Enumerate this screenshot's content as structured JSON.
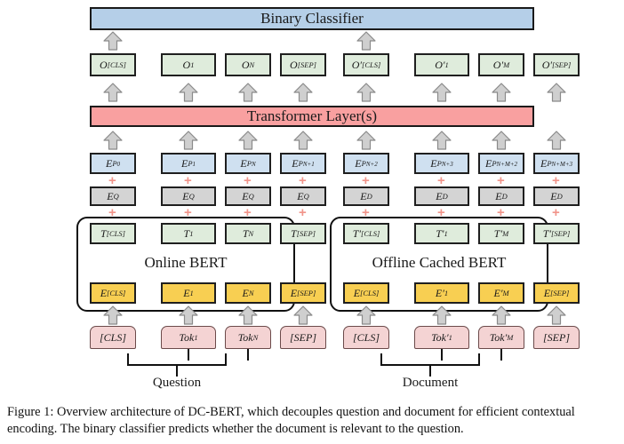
{
  "figure": {
    "caption": "Figure 1: Overview architecture of DC-BERT, which decouples question and document for efficient contextual encoding. The binary classifier predicts whether the document is relevant to the question."
  },
  "colors": {
    "classifier_fill": "#b5cfe8",
    "transformer_fill": "#f9a0a0",
    "output_fill": "#dfecdc",
    "position_fill": "#cfe0f0",
    "segment_fill": "#d4d4d4",
    "token_embedding_fill": "#f8cf52",
    "input_token_fill": "#f4d3d3",
    "arrow_fill": "#cfcfcf",
    "arrow_stroke": "#8a8a8a",
    "plus_color": "#f08080",
    "border": "#1a1a1a"
  },
  "layers": {
    "classifier": {
      "label": "Binary Classifier"
    },
    "transformer": {
      "label": "Transformer Layer(s)"
    },
    "bert_left": {
      "label": "Online BERT"
    },
    "bert_right": {
      "label": "Offline Cached BERT"
    }
  },
  "sources": {
    "left": {
      "label": "Question"
    },
    "right": {
      "label": "Document"
    }
  },
  "ellipsis": "···",
  "columns": {
    "left": [
      {
        "output": "O",
        "output_sub": "[CLS]",
        "output_prime": false,
        "position": "E",
        "position_sub": "P",
        "position_sub2": "0",
        "segment": "E",
        "segment_sub": "Q",
        "hidden": "T",
        "hidden_sub": "[CLS]",
        "hidden_prime": false,
        "embedding": "E",
        "embedding_sub": "[CLS]",
        "embedding_prime": false,
        "token": "[CLS]",
        "token_sub": "",
        "token_prime": false
      },
      {
        "output": "O",
        "output_sub": "1",
        "output_prime": false,
        "position": "E",
        "position_sub": "P",
        "position_sub2": "1",
        "segment": "E",
        "segment_sub": "Q",
        "hidden": "T",
        "hidden_sub": "1",
        "hidden_prime": false,
        "embedding": "E",
        "embedding_sub": "1",
        "embedding_prime": false,
        "token": "Tok",
        "token_sub": "1",
        "token_prime": false
      },
      {
        "output": "O",
        "output_sub": "N",
        "output_prime": false,
        "position": "E",
        "position_sub": "P",
        "position_sub2": "N",
        "segment": "E",
        "segment_sub": "Q",
        "hidden": "T",
        "hidden_sub": "N",
        "hidden_prime": false,
        "embedding": "E",
        "embedding_sub": "N",
        "embedding_prime": false,
        "token": "Tok",
        "token_sub": "N",
        "token_prime": false
      },
      {
        "output": "O",
        "output_sub": "[SEP]",
        "output_prime": false,
        "position": "E",
        "position_sub": "P",
        "position_sub2": "N+1",
        "segment": "E",
        "segment_sub": "Q",
        "hidden": "T",
        "hidden_sub": "[SEP]",
        "hidden_prime": false,
        "embedding": "E",
        "embedding_sub": "[SEP]",
        "embedding_prime": false,
        "token": "[SEP]",
        "token_sub": "",
        "token_prime": false
      }
    ],
    "right": [
      {
        "output": "O",
        "output_sub": "[CLS]",
        "output_prime": true,
        "position": "E",
        "position_sub": "P",
        "position_sub2": "N+2",
        "segment": "E",
        "segment_sub": "D",
        "hidden": "T",
        "hidden_sub": "[CLS]",
        "hidden_prime": true,
        "embedding": "E",
        "embedding_sub": "[CLS]",
        "embedding_prime": false,
        "token": "[CLS]",
        "token_sub": "",
        "token_prime": false
      },
      {
        "output": "O",
        "output_sub": "1",
        "output_prime": true,
        "position": "E",
        "position_sub": "P",
        "position_sub2": "N+3",
        "segment": "E",
        "segment_sub": "D",
        "hidden": "T",
        "hidden_sub": "1",
        "hidden_prime": true,
        "embedding": "E",
        "embedding_sub": "1",
        "embedding_prime": true,
        "token": "Tok",
        "token_sub": "1",
        "token_prime": true
      },
      {
        "output": "O",
        "output_sub": "M",
        "output_prime": true,
        "position": "E",
        "position_sub": "P",
        "position_sub2": "N+M+2",
        "segment": "E",
        "segment_sub": "D",
        "hidden": "T",
        "hidden_sub": "M",
        "hidden_prime": true,
        "embedding": "E",
        "embedding_sub": "M",
        "embedding_prime": true,
        "token": "Tok",
        "token_sub": "M",
        "token_prime": true
      },
      {
        "output": "O",
        "output_sub": "[SEP]",
        "output_prime": true,
        "position": "E",
        "position_sub": "P",
        "position_sub2": "N+M+3",
        "segment": "E",
        "segment_sub": "D",
        "hidden": "T",
        "hidden_sub": "[SEP]",
        "hidden_prime": true,
        "embedding": "E",
        "embedding_sub": "[SEP]",
        "embedding_prime": false,
        "token": "[SEP]",
        "token_sub": "",
        "token_prime": false
      }
    ]
  }
}
